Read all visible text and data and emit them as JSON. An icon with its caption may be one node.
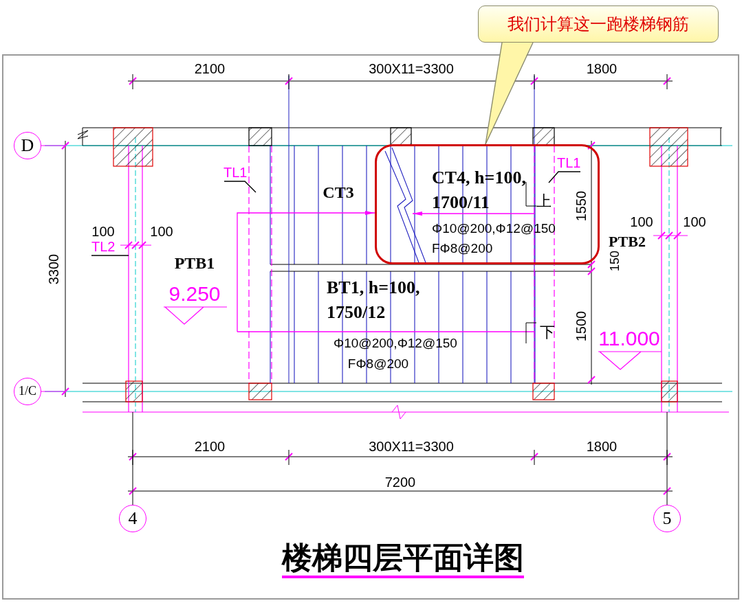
{
  "diagram": {
    "title": "楼梯四层平面详图",
    "nodes": [
      {
        "text": [
          "我们计算这一跑楼梯钢筋"
        ]
      },
      {
        "text": [
          "CT4, h=100, 1700/11",
          "Φ10@200,Φ12@150",
          "FΦ8@200"
        ]
      },
      {
        "text": [
          "D"
        ]
      },
      {
        "text": [
          "1/C"
        ]
      },
      {
        "text": [
          "4"
        ]
      },
      {
        "text": [
          "5"
        ]
      },
      {
        "text": [
          "TL1"
        ]
      },
      {
        "text": [
          "TL1"
        ],
        "in": 1
      },
      {
        "text": [
          "TL2"
        ]
      }
    ],
    "edges": [
      {
        "from": 0,
        "to": 1,
        "arrow": "none",
        "color": "#8a8a6a"
      },
      {
        "from": 6,
        "to": null,
        "arrow": "none"
      },
      {
        "from": 7,
        "to": null,
        "arrow": "none"
      },
      {
        "from": 8,
        "to": null,
        "arrow": "none"
      }
    ],
    "labels": [
      "2100",
      "300X11=3300",
      "1800",
      "CT3",
      "上",
      "1550",
      "100",
      "100",
      "100",
      "100",
      "3300",
      "PTB1",
      "PTB2",
      "9.250",
      "150",
      "BT1, h=100, 1750/12",
      "Φ10@200,Φ12@150",
      "FΦ8@200",
      "下",
      "1500",
      "11.000",
      "2100",
      "300X11=3300",
      "1800",
      "7200"
    ]
  }
}
